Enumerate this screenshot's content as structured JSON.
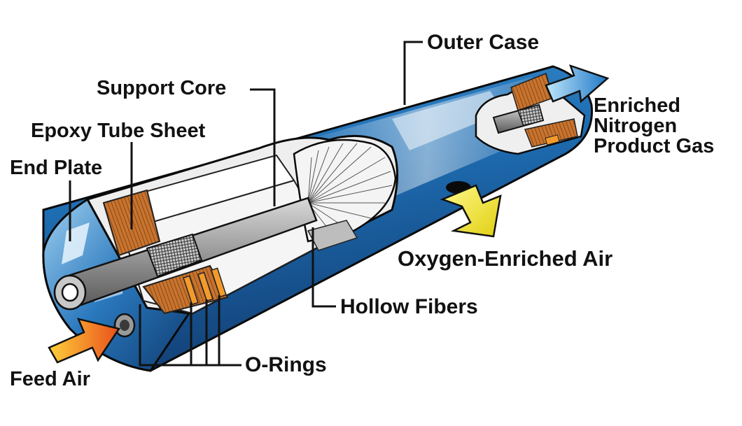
{
  "labels": {
    "outer_case": "Outer Case",
    "support_core": "Support Core",
    "epoxy_tube_sheet": "Epoxy Tube Sheet",
    "end_plate": "End Plate",
    "product_gas_line1": "Enriched",
    "product_gas_line2": "Nitrogen",
    "product_gas_line3": "Product Gas",
    "oxygen_enriched_air": "Oxygen-Enriched Air",
    "hollow_fibers": "Hollow Fibers",
    "o_rings": "O-Rings",
    "feed_air": "Feed Air"
  },
  "colors": {
    "case_blue": "#1f6fb3",
    "case_highlight": "#cfe8f7",
    "feed_arrow": "#f07a1a",
    "oxygen_arrow": "#f4ec2a",
    "product_arrow": "#2e8fd6",
    "epoxy_brown": "#b5662a",
    "o_ring_orange": "#f39a2c",
    "core_gray": "#8a8a8a"
  }
}
